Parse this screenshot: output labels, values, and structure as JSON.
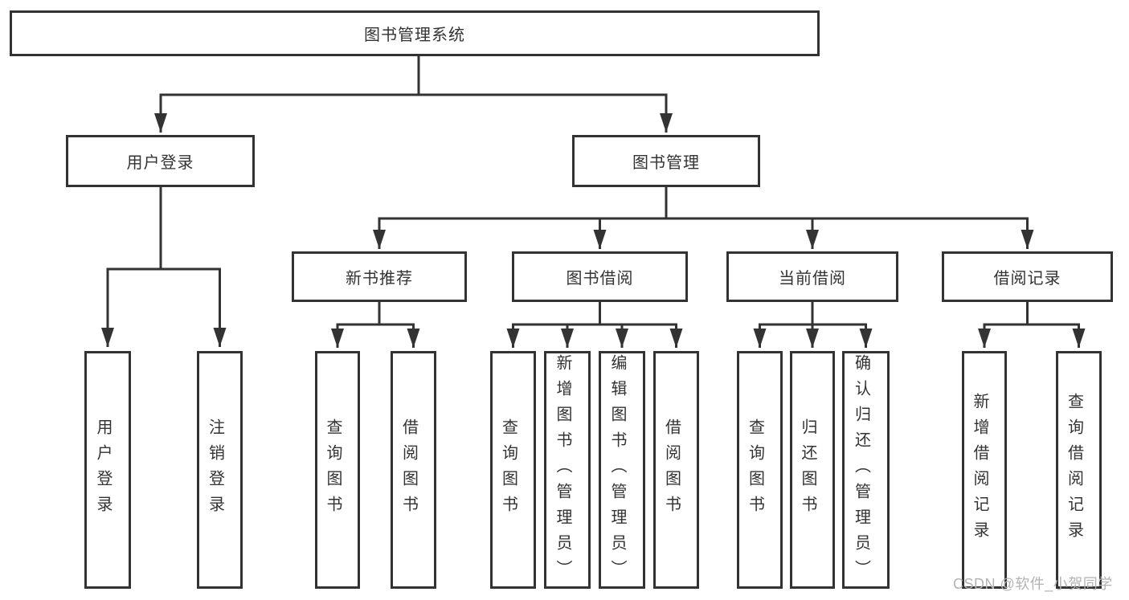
{
  "diagram": {
    "root": {
      "label": "图书管理系统",
      "children": [
        {
          "label": "用户登录",
          "children": [
            {
              "label": "用户登录"
            },
            {
              "label": "注销登录"
            }
          ]
        },
        {
          "label": "图书管理",
          "children": [
            {
              "label": "新书推荐",
              "children": [
                {
                  "label": "查询图书"
                },
                {
                  "label": "借阅图书"
                }
              ]
            },
            {
              "label": "图书借阅",
              "children": [
                {
                  "label": "查询图书"
                },
                {
                  "label": "新增图书（管理员）"
                },
                {
                  "label": "编辑图书（管理员）"
                },
                {
                  "label": "借阅图书"
                }
              ]
            },
            {
              "label": "当前借阅",
              "children": [
                {
                  "label": "查询图书"
                },
                {
                  "label": "归还图书"
                },
                {
                  "label": "确认归还（管理员）"
                }
              ]
            },
            {
              "label": "借阅记录",
              "children": [
                {
                  "label": "新增借阅记录"
                },
                {
                  "label": "查询借阅记录"
                }
              ]
            }
          ]
        }
      ]
    }
  },
  "watermark": {
    "text": "CSDN @软件_小贺同学"
  },
  "colors": {
    "line": "#333333",
    "box_border": "#333333",
    "text": "#333333",
    "watermark": "#b3b3b3",
    "background": "#ffffff"
  }
}
